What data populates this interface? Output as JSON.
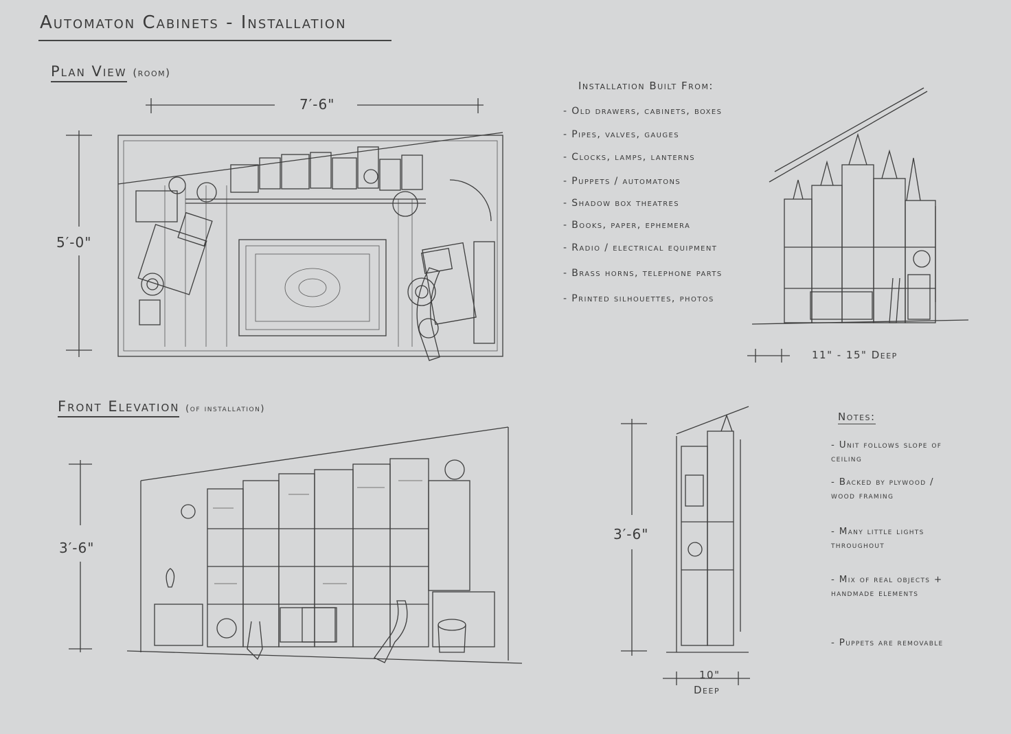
{
  "title": "Automaton Cabinets - Installation",
  "plan": {
    "heading": "Plan View",
    "heading_sub": "(room)",
    "width_label": "7′-6\"",
    "height_label": "5′-0\""
  },
  "materials": {
    "heading": "Installation Built From:",
    "items": [
      "- Old drawers, cabinets, boxes",
      "- Pipes, valves, gauges",
      "- Clocks, lamps, lanterns",
      "- Puppets / automatons",
      "- Shadow box theatres",
      "- Books, paper, ephemera",
      "- Radio / electrical equipment",
      "- Brass horns, telephone parts",
      "- Printed silhouettes, photos"
    ]
  },
  "side_view": {
    "depth_label": "11\" - 15\" Deep"
  },
  "elevation": {
    "heading": "Front Elevation",
    "heading_sub": "(of installation)",
    "height_label": "3′-6\""
  },
  "section_view": {
    "height_label": "3′-6\"",
    "depth_label_1": "10\"",
    "depth_label_2": "Deep"
  },
  "notes": {
    "heading": "Notes:",
    "items": [
      "- Unit follows slope of ceiling",
      "- Backed by plywood / wood framing",
      "- Many little lights throughout",
      "- Mix of real objects + handmade elements",
      "- Puppets are removable"
    ]
  },
  "colors": {
    "paper": "#d6d7d8",
    "ink": "#3d3d3d"
  }
}
